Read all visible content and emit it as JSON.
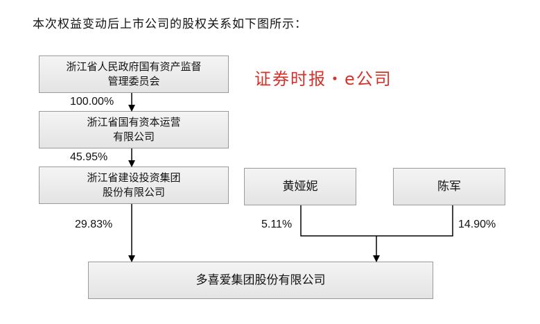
{
  "intro_text": "本次权益变动后上市公司的股权关系如下图所示：",
  "watermark": "证券时报・e公司",
  "nodes": {
    "zj_sasac": {
      "line1": "浙江省人民政府国有资产监督",
      "line2": "管理委员会"
    },
    "zj_capital": {
      "line1": "浙江省国有资本运营",
      "line2": "有限公司"
    },
    "zj_construction": {
      "line1": "浙江省建设投资集团",
      "line2": "股份有限公司"
    },
    "huang_yani": {
      "name": "黄娅妮"
    },
    "chen_jun": {
      "name": "陈军"
    },
    "duoxiai": {
      "name": "多喜爱集团股份有限公司"
    }
  },
  "edges": {
    "sasac_to_capital": "100.00%",
    "capital_to_construction": "45.95%",
    "construction_to_duoxiai": "29.83%",
    "huang_to_duoxiai": "5.11%",
    "chen_to_duoxiai": "14.90%"
  }
}
